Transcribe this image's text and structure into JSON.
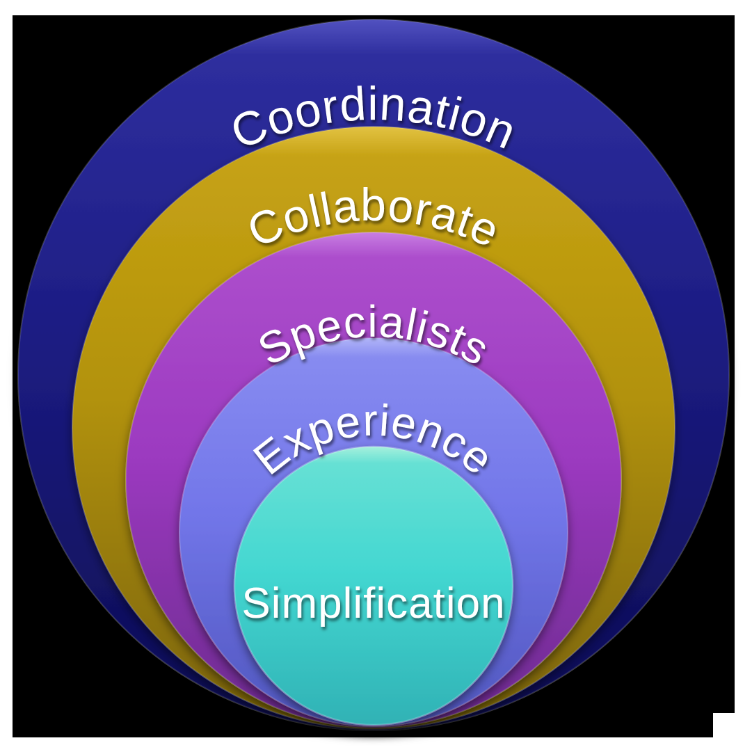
{
  "diagram": {
    "kind": "nested-circles",
    "canvas_background": "#000000",
    "page_background": "#ffffff",
    "text_color": "#ffffff",
    "rings": [
      {
        "label": "Coordination",
        "colors": {
          "rim": "#5252C0",
          "light": "#2E2E9E",
          "base": "#1C1C82",
          "dark": "#0C0C52"
        }
      },
      {
        "label": "Collaborate",
        "colors": {
          "rim": "#E2C242",
          "light": "#C6A214",
          "base": "#B2920C",
          "dark": "#7A6306"
        }
      },
      {
        "label": "Specialists",
        "colors": {
          "rim": "#C87EE2",
          "light": "#AC4ECC",
          "base": "#9C3AC0",
          "dark": "#6C2A8F"
        }
      },
      {
        "label": "Experience",
        "colors": {
          "rim": "#B0B4F8",
          "light": "#878BF0",
          "base": "#7276E9",
          "dark": "#5056BE"
        }
      },
      {
        "label": "Simplification",
        "colors": {
          "rim": "#A6F0DC",
          "light": "#66E0D4",
          "base": "#43D7D1",
          "dark": "#30B2B5"
        }
      }
    ]
  }
}
